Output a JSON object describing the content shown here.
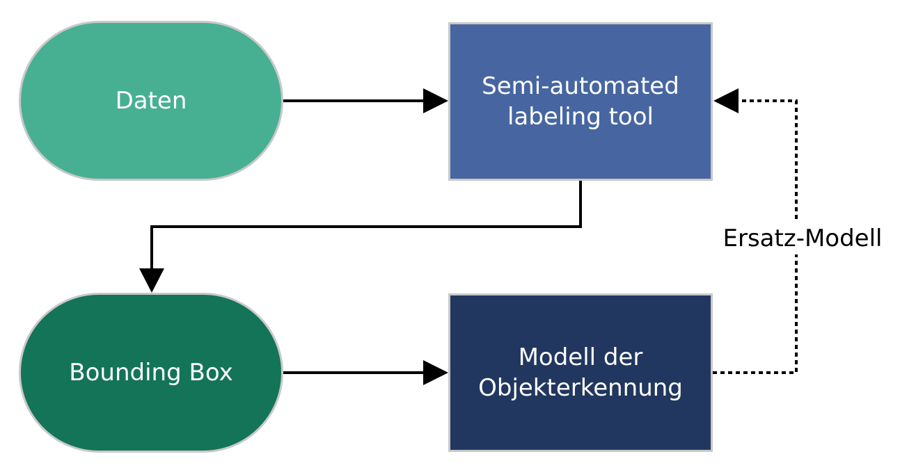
{
  "nodes": {
    "daten": {
      "label": "Daten"
    },
    "semi_automated_tool": {
      "line1": "Semi-automated",
      "line2": "labeling tool"
    },
    "bounding_box": {
      "label": "Bounding Box"
    },
    "detection_model": {
      "line1": "Modell der",
      "line2": "Objekterkennung"
    }
  },
  "edges": {
    "replacement_model_label": "Ersatz-Modell"
  },
  "colors": {
    "daten_fill": "#47b093",
    "bounding_box_fill": "#137458",
    "tool_fill": "#4766a1",
    "model_fill": "#22375f",
    "border": "#c8c8c8",
    "arrow": "#000000"
  }
}
